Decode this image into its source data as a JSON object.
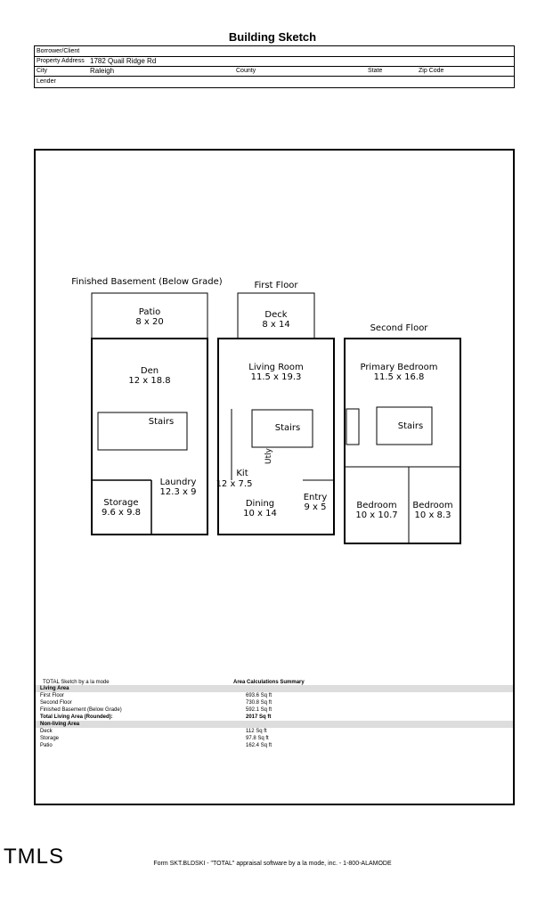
{
  "title": "Building Sketch",
  "header": {
    "borrower_label": "Borrower/Client",
    "address_label": "Property Address",
    "address_value": "1782 Quail Ridge Rd",
    "city_label": "City",
    "city_value": "Raleigh",
    "county_label": "County",
    "state_label": "State",
    "zip_label": "Zip Code",
    "lender_label": "Lender"
  },
  "plan": {
    "basement_title": "Finished Basement (Below Grade)",
    "first_title": "First Floor",
    "second_title": "Second Floor",
    "rooms": {
      "patio": "Patio",
      "patio_dim": "8 x 20",
      "den": "Den",
      "den_dim": "12 x 18.8",
      "stairs": "Stairs",
      "laundry": "Laundry",
      "laundry_dim": "12.3 x 9",
      "storage": "Storage",
      "storage_dim": "9.6 x 9.8",
      "deck": "Deck",
      "deck_dim": "8 x 14",
      "living": "Living Room",
      "living_dim": "11.5 x 19.3",
      "kit": "Kit",
      "kit_dim": "12 x 7.5",
      "utly": "Utly",
      "dining": "Dining",
      "dining_dim": "10 x 14",
      "entry": "Entry",
      "entry_dim": "9 x 5",
      "primary": "Primary Bedroom",
      "primary_dim": "11.5 x 16.8",
      "bedroom": "Bedroom",
      "bedroom1_dim": "10 x 10.7",
      "bedroom2_dim": "10 x 8.3"
    }
  },
  "summary": {
    "credit": "TOTAL Sketch by a la mode",
    "heading": "Area Calculations Summary",
    "living_label": "Living Area",
    "living": [
      {
        "label": "First Floor",
        "value": "693.6 Sq ft"
      },
      {
        "label": "Second Floor",
        "value": "730.8 Sq ft"
      },
      {
        "label": "Finished Basement (Below Grade)",
        "value": "592.1 Sq ft"
      }
    ],
    "total_label": "Total Living Area (Rounded):",
    "total_value": "2017 Sq ft",
    "nonliving_label": "Non-living Area",
    "nonliving": [
      {
        "label": "Deck",
        "value": "112 Sq ft"
      },
      {
        "label": "Storage",
        "value": "97.8 Sq ft"
      },
      {
        "label": "Patio",
        "value": "162.4 Sq ft"
      }
    ]
  },
  "footer": "Form SKT.BLDSKI - \"TOTAL\" appraisal software by a la mode, inc. - 1-800-ALAMODE",
  "logo": "TMLS"
}
